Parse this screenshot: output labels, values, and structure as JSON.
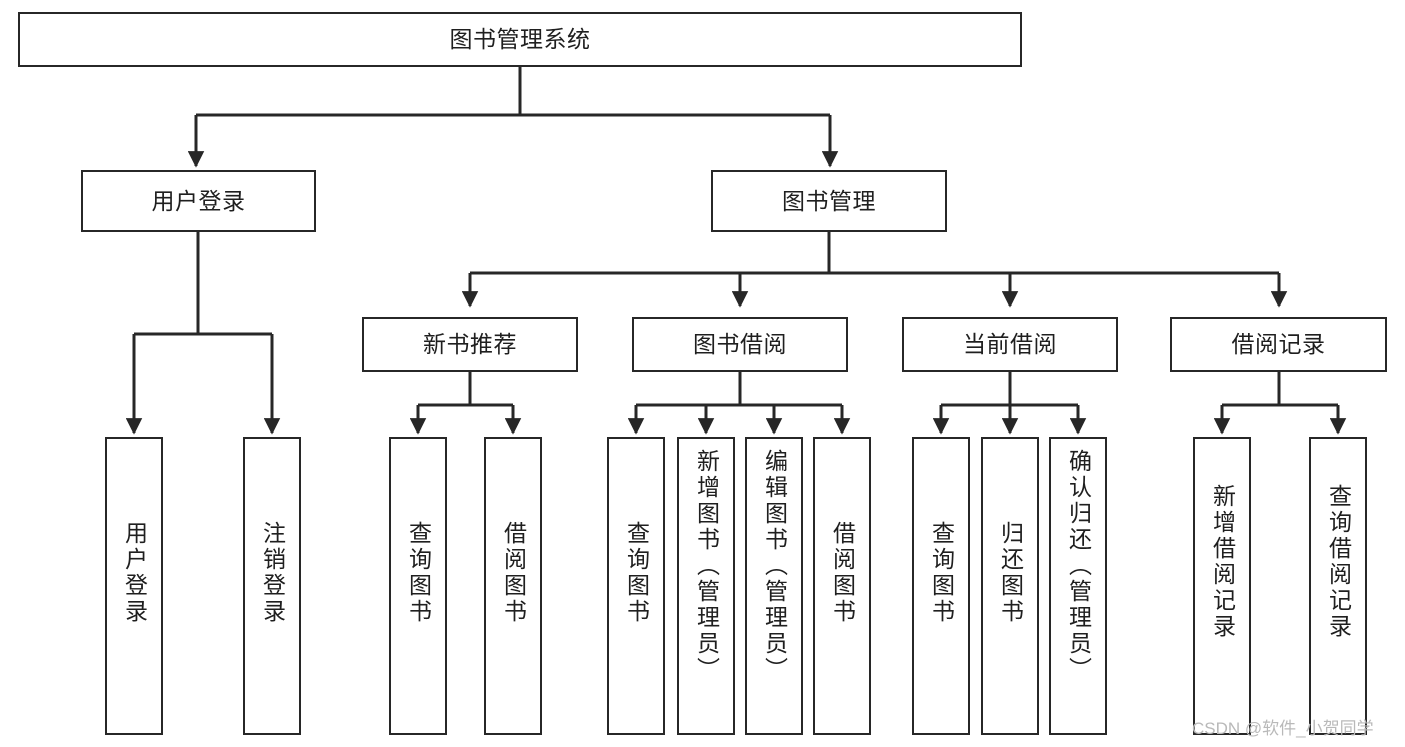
{
  "diagram": {
    "type": "tree-hierarchy-chart",
    "title": "图书管理系统",
    "stroke_color": "#272727",
    "fill_color": "#ffffff",
    "text_color": "#1f1f1f",
    "levels": [
      {
        "level": 1,
        "nodes": [
          {
            "id": "root",
            "label": "图书管理系统",
            "orientation": "horizontal"
          }
        ]
      },
      {
        "level": 2,
        "nodes": [
          {
            "id": "login",
            "label": "用户登录",
            "orientation": "horizontal",
            "parent": "root"
          },
          {
            "id": "bookmgmt",
            "label": "图书管理",
            "orientation": "horizontal",
            "parent": "root"
          }
        ]
      },
      {
        "level": 3,
        "nodes": [
          {
            "id": "newbook",
            "label": "新书推荐",
            "orientation": "horizontal",
            "parent": "bookmgmt"
          },
          {
            "id": "borrow",
            "label": "图书借阅",
            "orientation": "horizontal",
            "parent": "bookmgmt"
          },
          {
            "id": "current",
            "label": "当前借阅",
            "orientation": "horizontal",
            "parent": "bookmgmt"
          },
          {
            "id": "records",
            "label": "借阅记录",
            "orientation": "horizontal",
            "parent": "bookmgmt"
          }
        ]
      },
      {
        "level": 4,
        "nodes": [
          {
            "id": "leaf-1",
            "label": "用户登录",
            "orientation": "vertical",
            "parent": "login"
          },
          {
            "id": "leaf-2",
            "label": "注销登录",
            "orientation": "vertical",
            "parent": "login"
          },
          {
            "id": "leaf-3",
            "label": "查询图书",
            "orientation": "vertical",
            "parent": "newbook"
          },
          {
            "id": "leaf-4",
            "label": "借阅图书",
            "orientation": "vertical",
            "parent": "newbook"
          },
          {
            "id": "leaf-5",
            "label": "查询图书",
            "orientation": "vertical",
            "parent": "borrow"
          },
          {
            "id": "leaf-6",
            "label": "新增图书（管理员）",
            "orientation": "vertical",
            "parent": "borrow"
          },
          {
            "id": "leaf-7",
            "label": "编辑图书（管理员）",
            "orientation": "vertical",
            "parent": "borrow"
          },
          {
            "id": "leaf-8",
            "label": "借阅图书",
            "orientation": "vertical",
            "parent": "borrow"
          },
          {
            "id": "leaf-9",
            "label": "查询图书",
            "orientation": "vertical",
            "parent": "current"
          },
          {
            "id": "leaf-10",
            "label": "归还图书",
            "orientation": "vertical",
            "parent": "current"
          },
          {
            "id": "leaf-11",
            "label": "确认归还（管理员）",
            "orientation": "vertical",
            "parent": "current"
          },
          {
            "id": "leaf-12",
            "label": "新增借阅记录",
            "orientation": "vertical",
            "parent": "records"
          },
          {
            "id": "leaf-13",
            "label": "查询借阅记录",
            "orientation": "vertical",
            "parent": "records"
          }
        ]
      }
    ]
  },
  "watermark": {
    "text": "CSDN @软件_小贺同学"
  }
}
